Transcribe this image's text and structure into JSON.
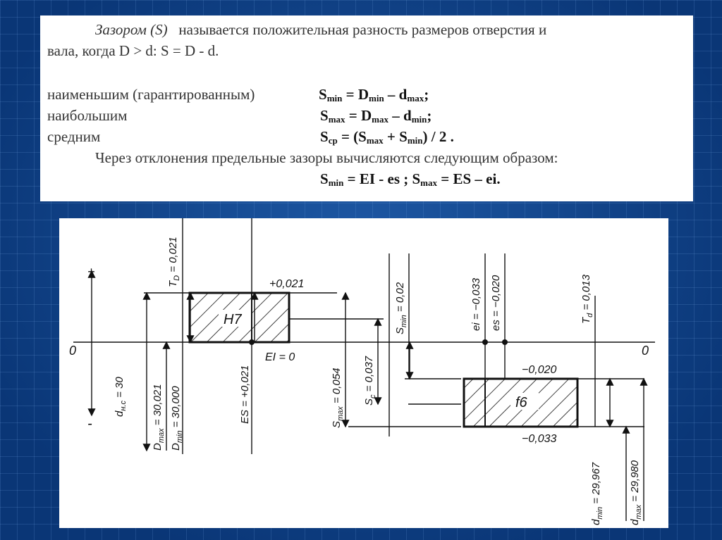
{
  "text": {
    "line1_term": "Зазором (S)",
    "line1_rest": "называется положительная разность размеров отверстия и",
    "line2": "вала, когда D > d:  S = D - d.",
    "min_label": "наименьшим (гарантированным)",
    "max_label": "наибольшим",
    "avg_label": "средним",
    "dev_sentence": "Через отклонения предельные зазоры вычисляются следующим образом:",
    "f_S": "S",
    "f_D": "D",
    "f_d": "d",
    "f_eq": " = ",
    "f_minus": " – ",
    "f_semi": ";",
    "sub_min": "min",
    "sub_max": "max",
    "sub_cp": "cp",
    "avg_open": " = (S",
    "avg_plus": "  + S",
    "avg_close": ") / 2 .",
    "dev_min_rhs": " = EI - es ; S",
    "dev_max_rhs": " = ES – ei."
  },
  "diagram": {
    "plus": "+",
    "minus": "-",
    "zero_left": "0",
    "zero_right": "0",
    "h7": "H7",
    "f6": "f6",
    "hole_upper": "+0,021",
    "shaft_upper": "−0,020",
    "shaft_lower": "−0,033",
    "EI": "EI = 0",
    "ES": "ES = +0,021",
    "ei": "ei = −0,033",
    "es": "es = −0,020",
    "TD": "T",
    "TD_sub": "D",
    "TD_val": " = 0,021",
    "Td": "T",
    "Td_sub": "d",
    "Td_val": " = 0,013",
    "dnc": "d",
    "dnc_sub": "н.с",
    "dnc_val": " = 30",
    "Dmax": "D",
    "Dmax_sub": "max",
    "Dmax_val": " = 30,021",
    "Dmin": "D",
    "Dmin_sub": "min",
    "Dmin_val": " = 30,000",
    "Smin": "S",
    "Smin_sub": "min",
    "Smin_val": " = 0,02",
    "Smax": "S",
    "Smax_sub": "max",
    "Smax_val": " = 0,054",
    "Sc": "S",
    "Sc_sub": "c",
    "Sc_val": " = 0,037",
    "dmin": "d",
    "dmin_sub": "min",
    "dmin_val": " = 29,967",
    "dmax": "d",
    "dmax_sub": "max",
    "dmax_val": " = 29,980"
  }
}
